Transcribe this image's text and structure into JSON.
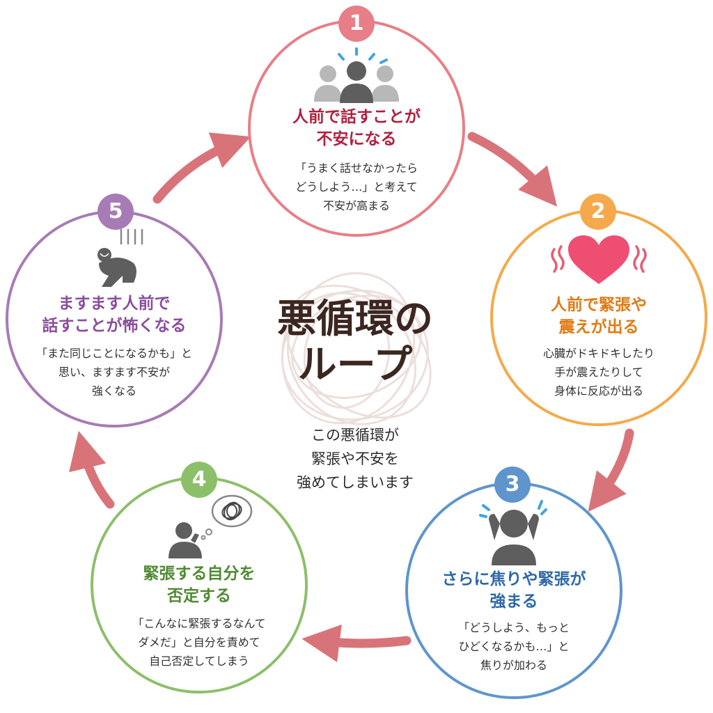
{
  "center": {
    "title_lines": [
      "悪循環の",
      "ループ"
    ],
    "note_lines": [
      "この悪循環が",
      "緊張や不安を",
      "強めてしまいます"
    ]
  },
  "steps": [
    {
      "number": "1",
      "color": "#E87E87",
      "title_color": "#B0203F",
      "icon": "worried-audience-icon",
      "title_lines": [
        "人前で話すことが",
        "不安になる"
      ],
      "desc_lines": [
        "「うまく話せなかったら",
        "どうしよう…」と考えて",
        "不安が高まる"
      ]
    },
    {
      "number": "2",
      "color": "#F5A94A",
      "title_color": "#E07A12",
      "icon": "pounding-heart-icon",
      "title_lines": [
        "人前で緊張や",
        "震えが出る"
      ],
      "desc_lines": [
        "心臓がドキドキしたり",
        "手が震えたりして",
        "身体に反応が出る"
      ]
    },
    {
      "number": "3",
      "color": "#5F95CC",
      "title_color": "#2E68A8",
      "icon": "head-in-hands-icon",
      "title_lines": [
        "さらに焦りや緊張が",
        "強まる"
      ],
      "desc_lines": [
        "「どうしよう、もっと",
        "ひどくなるかも…」と",
        "焦りが加わる"
      ]
    },
    {
      "number": "4",
      "color": "#8CBF6A",
      "title_color": "#4F8A33",
      "icon": "tangled-thought-icon",
      "title_lines": [
        "緊張する自分を",
        "否定する"
      ],
      "desc_lines": [
        "「こんなに緊張するなんて",
        "ダメだ」と自分を責めて",
        "自己否定してしまう"
      ]
    },
    {
      "number": "5",
      "color": "#A77BB5",
      "title_color": "#8A4C9D",
      "icon": "crouching-person-icon",
      "title_lines": [
        "ますます人前で",
        "話すことが怖くなる"
      ],
      "desc_lines": [
        "「また同じことになるかも」と",
        "思い、ますます不安が",
        "強くなる"
      ]
    }
  ],
  "arrow_color": "#D9737A"
}
